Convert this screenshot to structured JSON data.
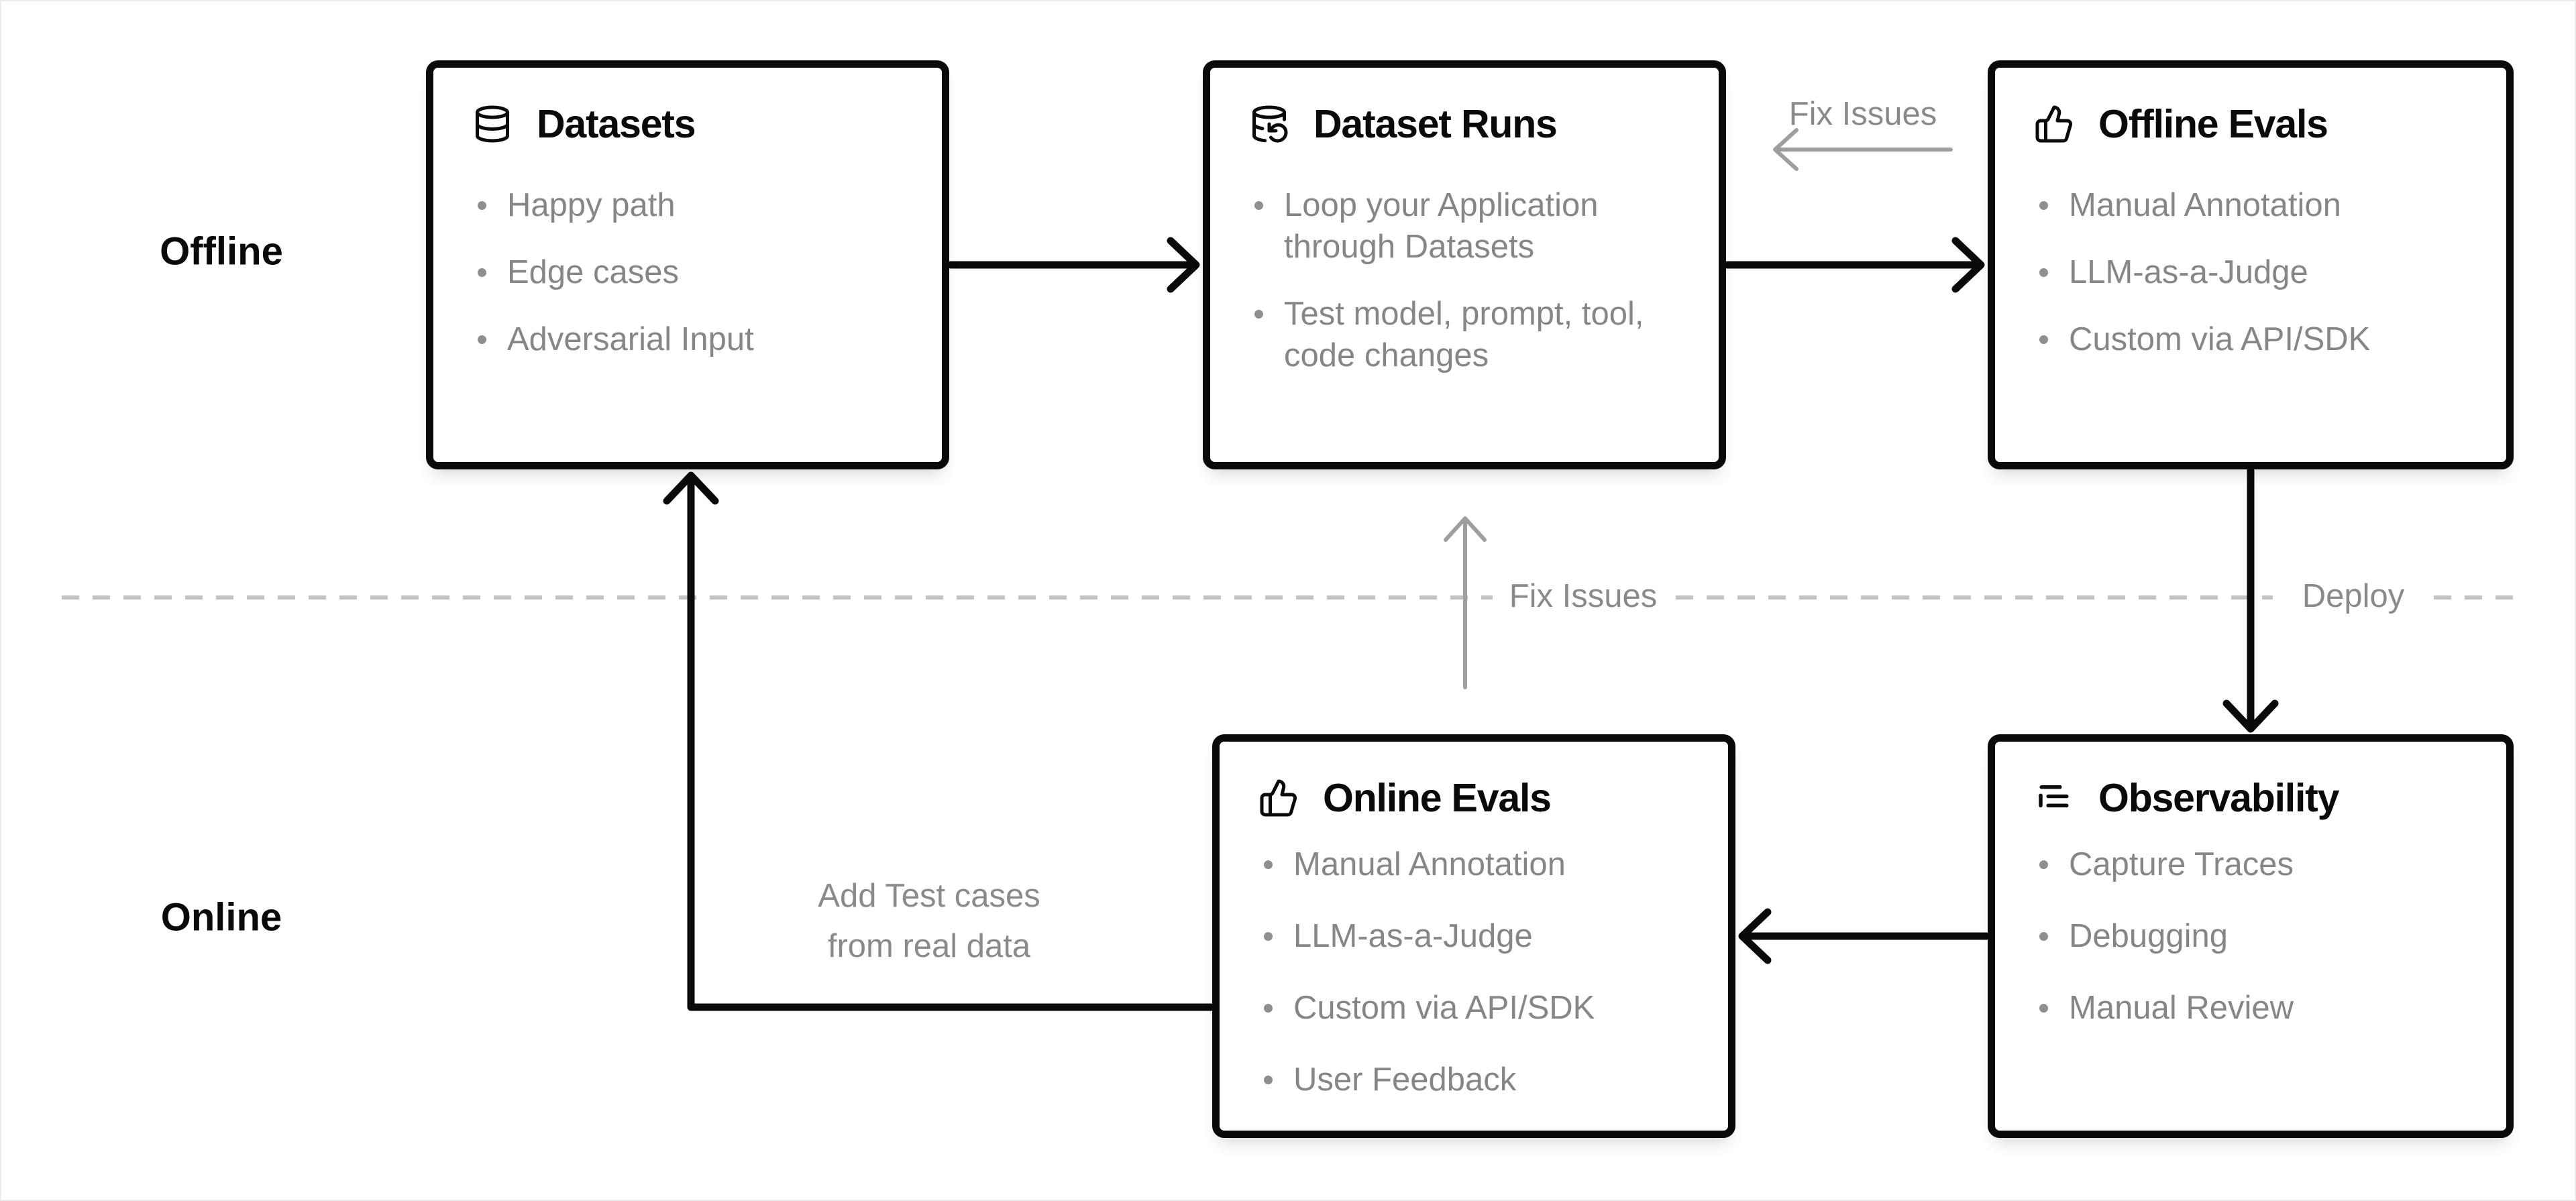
{
  "lanes": {
    "offline": "Offline",
    "online": "Online"
  },
  "boxes": {
    "datasets": {
      "title": "Datasets",
      "icon": "database-icon",
      "items": [
        "Happy path",
        "Edge cases",
        "Adversarial Input"
      ]
    },
    "dataset_runs": {
      "title": "Dataset Runs",
      "icon": "database-loop-icon",
      "items": [
        "Loop your Application through Datasets",
        "Test model, prompt, tool, code changes"
      ]
    },
    "offline_evals": {
      "title": "Offline Evals",
      "icon": "thumbs-up-icon",
      "items": [
        "Manual Annotation",
        "LLM-as-a-Judge",
        "Custom via API/SDK"
      ]
    },
    "online_evals": {
      "title": "Online Evals",
      "icon": "thumbs-up-icon",
      "items": [
        "Manual Annotation",
        "LLM-as-a-Judge",
        "Custom via API/SDK",
        "User Feedback"
      ]
    },
    "observability": {
      "title": "Observability",
      "icon": "trace-list-icon",
      "items": [
        "Capture Traces",
        "Debugging",
        "Manual Review"
      ]
    }
  },
  "edge_labels": {
    "fix_issues_top": "Fix Issues",
    "fix_issues_mid": "Fix Issues",
    "deploy": "Deploy",
    "add_test_cases_line1": "Add Test cases",
    "add_test_cases_line2": "from real data"
  },
  "colors": {
    "background": "#ffffff",
    "box_border": "#0a0a0a",
    "title_text": "#0a0a0a",
    "muted_text": "#868686",
    "divider": "#c3c3c3",
    "gray_arrow": "#9e9e9e",
    "black_arrow": "#0a0a0a"
  }
}
